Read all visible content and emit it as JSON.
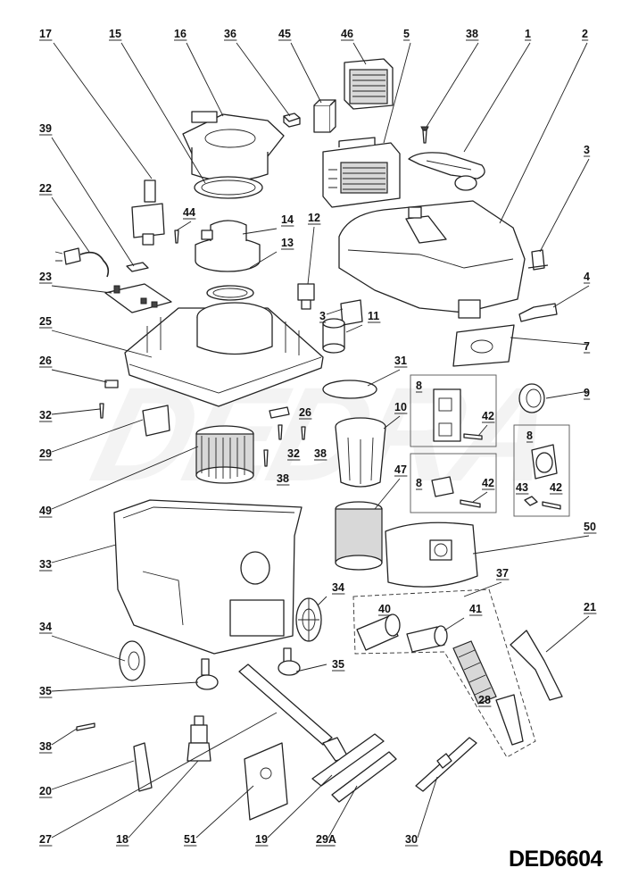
{
  "diagram": {
    "model_code": "DED6604",
    "watermark": "DEDRA",
    "callouts": [
      {
        "id": "c17",
        "text": "17"
      },
      {
        "id": "c15",
        "text": "15"
      },
      {
        "id": "c16",
        "text": "16"
      },
      {
        "id": "c36",
        "text": "36"
      },
      {
        "id": "c45",
        "text": "45"
      },
      {
        "id": "c46",
        "text": "46"
      },
      {
        "id": "c5",
        "text": "5"
      },
      {
        "id": "c38a",
        "text": "38"
      },
      {
        "id": "c1",
        "text": "1"
      },
      {
        "id": "c2",
        "text": "2"
      },
      {
        "id": "c39",
        "text": "39"
      },
      {
        "id": "c3a",
        "text": "3"
      },
      {
        "id": "c22",
        "text": "22"
      },
      {
        "id": "c44",
        "text": "44"
      },
      {
        "id": "c14",
        "text": "14"
      },
      {
        "id": "c12",
        "text": "12"
      },
      {
        "id": "c13",
        "text": "13"
      },
      {
        "id": "c23",
        "text": "23"
      },
      {
        "id": "c4",
        "text": "4"
      },
      {
        "id": "c3b",
        "text": "3"
      },
      {
        "id": "c11",
        "text": "11"
      },
      {
        "id": "c25",
        "text": "25"
      },
      {
        "id": "c7",
        "text": "7"
      },
      {
        "id": "c26a",
        "text": "26"
      },
      {
        "id": "c31",
        "text": "31"
      },
      {
        "id": "c8a",
        "text": "8"
      },
      {
        "id": "c9",
        "text": "9"
      },
      {
        "id": "c32a",
        "text": "32"
      },
      {
        "id": "c26b",
        "text": "26"
      },
      {
        "id": "c10",
        "text": "10"
      },
      {
        "id": "c42a",
        "text": "42"
      },
      {
        "id": "c8b",
        "text": "8"
      },
      {
        "id": "c29",
        "text": "29"
      },
      {
        "id": "c32b",
        "text": "32"
      },
      {
        "id": "c38b",
        "text": "38"
      },
      {
        "id": "c38c",
        "text": "38"
      },
      {
        "id": "c47",
        "text": "47"
      },
      {
        "id": "c8c",
        "text": "8"
      },
      {
        "id": "c42b",
        "text": "42"
      },
      {
        "id": "c43",
        "text": "43"
      },
      {
        "id": "c42c",
        "text": "42"
      },
      {
        "id": "c49",
        "text": "49"
      },
      {
        "id": "c50",
        "text": "50"
      },
      {
        "id": "c33",
        "text": "33"
      },
      {
        "id": "c34a",
        "text": "34"
      },
      {
        "id": "c37",
        "text": "37"
      },
      {
        "id": "c40",
        "text": "40"
      },
      {
        "id": "c41",
        "text": "41"
      },
      {
        "id": "c21",
        "text": "21"
      },
      {
        "id": "c34b",
        "text": "34"
      },
      {
        "id": "c35a",
        "text": "35"
      },
      {
        "id": "c35b",
        "text": "35"
      },
      {
        "id": "c28",
        "text": "28"
      },
      {
        "id": "c38d",
        "text": "38"
      },
      {
        "id": "c20",
        "text": "20"
      },
      {
        "id": "c27",
        "text": "27"
      },
      {
        "id": "c18",
        "text": "18"
      },
      {
        "id": "c51",
        "text": "51"
      },
      {
        "id": "c19",
        "text": "19"
      },
      {
        "id": "c29A",
        "text": "29A"
      },
      {
        "id": "c30",
        "text": "30"
      }
    ]
  }
}
